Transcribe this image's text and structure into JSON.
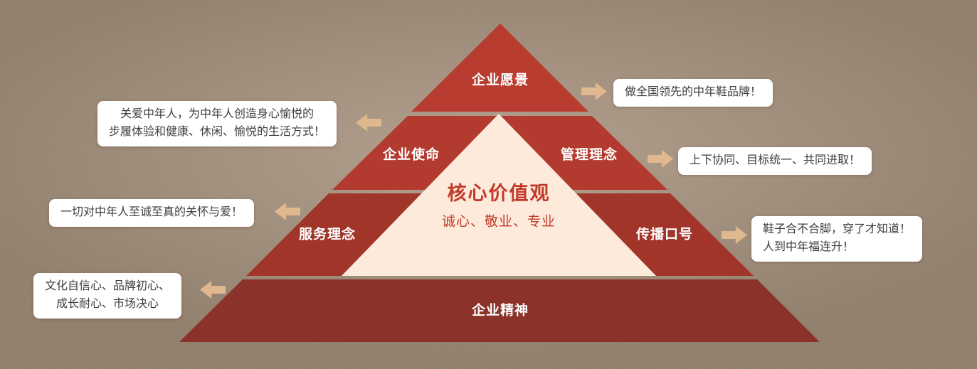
{
  "colors": {
    "bg-center": "#b4a18f",
    "bg-edge": "#93806e",
    "layer-top": "#b83d30",
    "layer-mid": "#b23a2e",
    "layer-lower": "#a1352a",
    "layer-bottom": "#8b322a",
    "core-bg": "#fdeada",
    "core-text": "#c23a2a",
    "label-text": "#ffffff",
    "arrow": "#dfb890",
    "callout-bg": "#ffffff",
    "callout-text": "#3d3d3d"
  },
  "pyramid": {
    "vision": "企业愿景",
    "mission": "企业使命",
    "management": "管理理念",
    "service": "服务理念",
    "slogan": "传播口号",
    "spirit": "企业精神",
    "core_title": "核心价值观",
    "core_subtitle": "诚心、敬业、专业"
  },
  "callouts": {
    "vision": {
      "line1": "做全国领先的中年鞋品牌！"
    },
    "mission": {
      "line1": "关爱中年人，为中年人创造身心愉悦的",
      "line2": "步履体验和健康、休闲、愉悦的生活方式！"
    },
    "management": {
      "line1": "上下协同、目标统一、共同进取！"
    },
    "service": {
      "line1": "一切对中年人至诚至真的关怀与爱！"
    },
    "slogan": {
      "line1": "鞋子合不合脚，穿了才知道！",
      "line2": "人到中年福连升！"
    },
    "spirit": {
      "line1": "文化自信心、品牌初心、",
      "line2": "成长耐心、市场决心"
    }
  }
}
